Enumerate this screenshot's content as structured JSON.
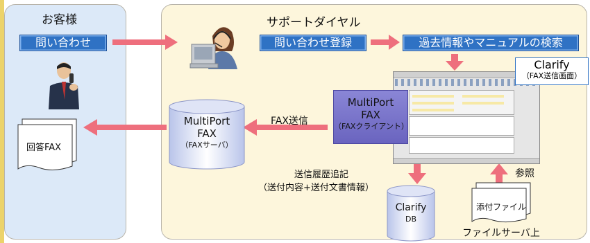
{
  "customer": {
    "heading": "お客様",
    "inquiry_box": "問い合わせ",
    "reply_fax_doc": "回答FAX"
  },
  "support": {
    "heading": "サポートダイヤル",
    "register_box": "問い合わせ登録",
    "search_box": "過去情報やマニュアルの検索",
    "clarify_screen": {
      "title": "Clarify",
      "subtitle": "（FAX送信画面）"
    },
    "fax_client": {
      "line1": "MultiPort",
      "line2": "FAX",
      "line3": "（FAXクライアント）"
    },
    "fax_server": {
      "line1": "MultiPort",
      "line2": "FAX",
      "line3": "（FAXサーバ）"
    },
    "fax_send_label": "FAX送信",
    "history_label": {
      "line1": "送信履歴追記",
      "line2": "（送付内容+送付文書情報）"
    },
    "db": {
      "line1": "Clarify",
      "line2": "DB"
    },
    "reference_label": "参照",
    "attachment_doc": "添付ファイル",
    "file_server_label": "ファイルサーバ上"
  },
  "colors": {
    "arrow": "#ee6f7d",
    "blue_box": "#2f72c4",
    "left_panel": "#dce9f8",
    "right_panel": "#fdf6dc",
    "gold_strip": "#ecd36a"
  }
}
